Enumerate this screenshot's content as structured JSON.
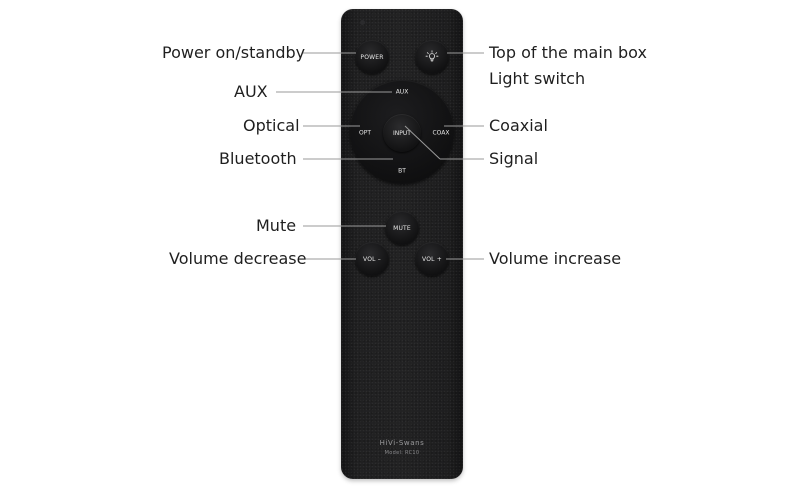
{
  "remote": {
    "buttons": {
      "power": "POWER",
      "light": "light-bulb-icon",
      "aux": "AUX",
      "opt": "OPT",
      "input": "INPUT",
      "coax": "COAX",
      "bt": "BT",
      "mute": "MUTE",
      "vol_down": "VOL –",
      "vol_up": "VOL +"
    },
    "brand": "HiVi-Swans",
    "model": "Model: RC10"
  },
  "labels": {
    "power": "Power on/standby",
    "aux": "AUX",
    "optical": "Optical",
    "bluetooth": "Bluetooth",
    "mute": "Mute",
    "volume_decrease": "Volume decrease",
    "top_box": "Top of the main box",
    "light_switch": "Light switch",
    "coaxial": "Coaxial",
    "signal": "Signal",
    "volume_increase": "Volume increase"
  },
  "colors": {
    "remote_body": "#1c1c1d",
    "label_text": "#1f1f1f",
    "callout_line": "#9a9a9a",
    "button_text": "#e8e8e8"
  }
}
